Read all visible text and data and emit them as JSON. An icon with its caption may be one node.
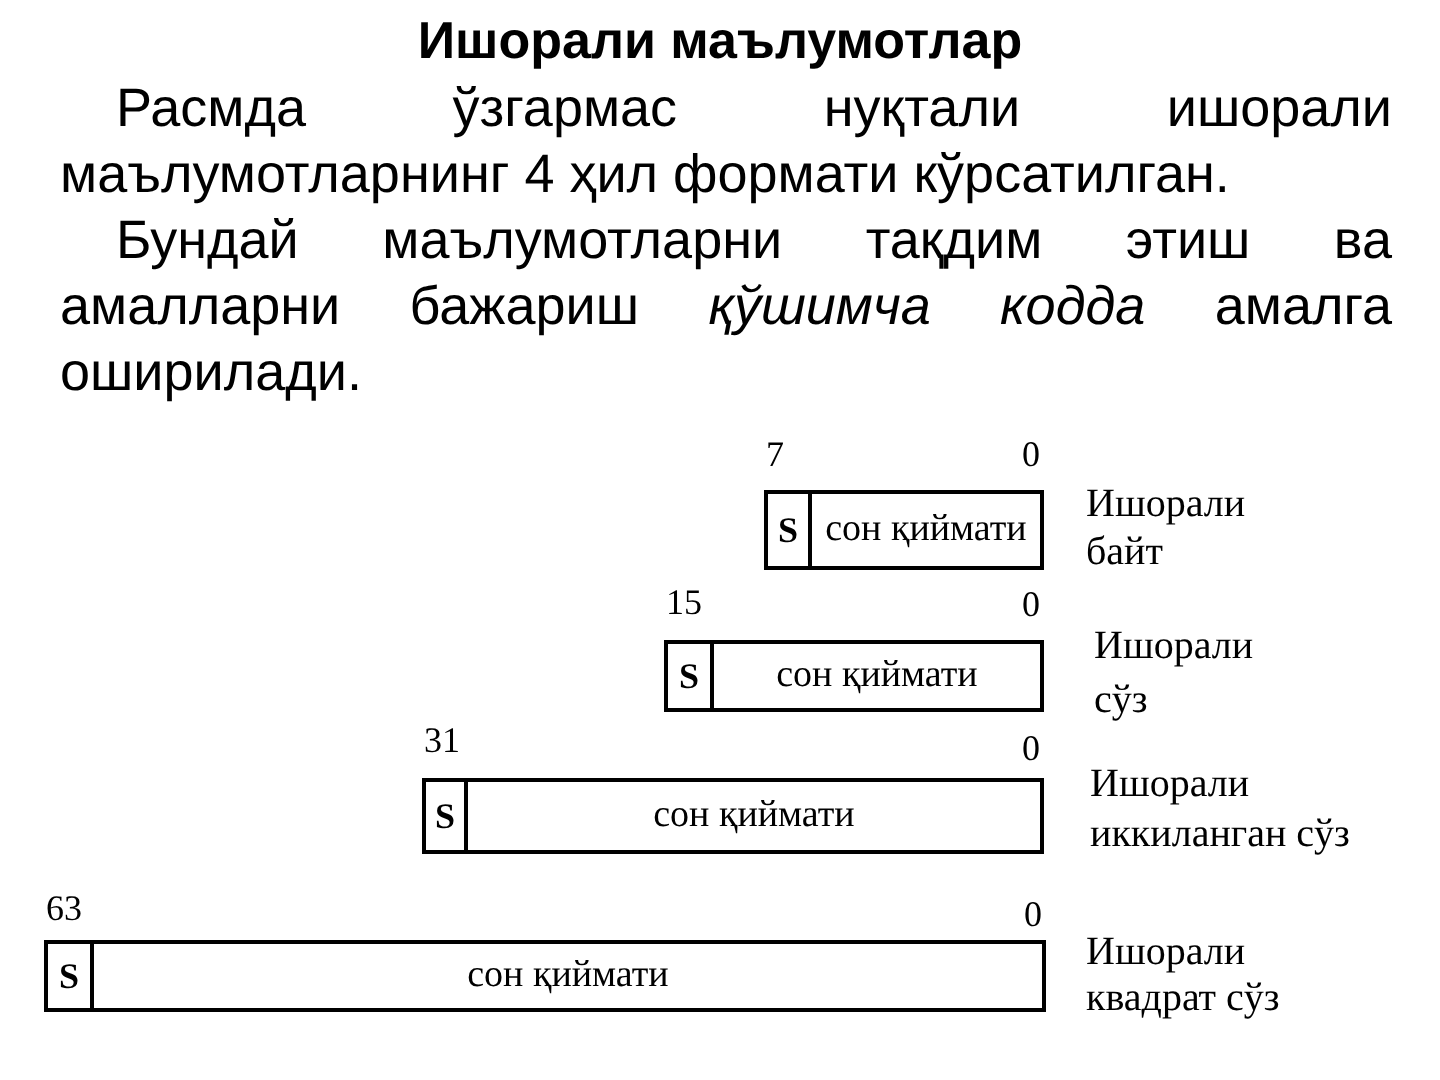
{
  "diagram": {
    "title": "Ишорали маълумотлар",
    "nodes": [
      {
        "text": [],
        "shape": "box",
        "beside": [
          "Ишорали байт"
        ]
      },
      {
        "text": [
          "S"
        ],
        "in": 0
      },
      {
        "text": [
          "сон қиймати"
        ],
        "in": 0
      },
      {
        "text": [],
        "shape": "box",
        "beside": [
          "Ишорали сўз"
        ]
      },
      {
        "text": [
          "S"
        ],
        "in": 3
      },
      {
        "text": [
          "сон қиймати"
        ],
        "in": 3
      },
      {
        "text": [],
        "shape": "box",
        "beside": [
          "Ишорали иккиланган сўз"
        ]
      },
      {
        "text": [
          "S"
        ],
        "in": 6
      },
      {
        "text": [
          "сон қиймати"
        ],
        "in": 6
      },
      {
        "text": [],
        "shape": "box",
        "beside": [
          "Ишорали квадрат сўз"
        ]
      },
      {
        "text": [
          "S"
        ],
        "in": 9
      },
      {
        "text": [
          "сон қиймати"
        ],
        "in": 9
      }
    ],
    "labels": [
      "Расмда ўзгармас нуқтали ишорали маълумотларнинг 4 ҳил формати кўрсатилган.",
      "Бундай маълумотларни тақдим этиш ва амалларни бажариш *қўшимча кодда* амалга оширилади.",
      "7",
      "0",
      "15",
      "0",
      "31",
      "0",
      "63",
      "0"
    ]
  }
}
